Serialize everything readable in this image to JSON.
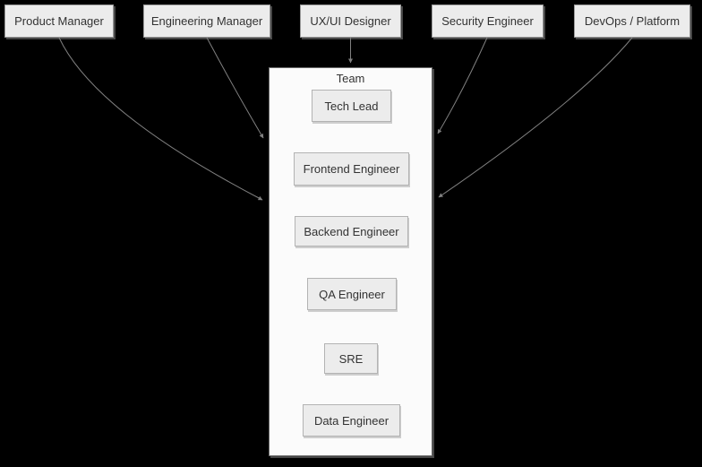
{
  "diagram": {
    "type": "flowchart",
    "background": "#000000",
    "top_nodes": [
      {
        "id": "product-manager",
        "label": "Product Manager"
      },
      {
        "id": "engineering-manager",
        "label": "Engineering Manager"
      },
      {
        "id": "ux-ui-designer",
        "label": "UX/UI Designer"
      },
      {
        "id": "security-engineer",
        "label": "Security Engineer"
      },
      {
        "id": "devops-platform",
        "label": "DevOps / Platform"
      }
    ],
    "team": {
      "label": "Team",
      "members": [
        {
          "id": "tech-lead",
          "label": "Tech Lead"
        },
        {
          "id": "frontend-engineer",
          "label": "Frontend Engineer"
        },
        {
          "id": "backend-engineer",
          "label": "Backend Engineer"
        },
        {
          "id": "qa-engineer",
          "label": "QA Engineer"
        },
        {
          "id": "sre",
          "label": "SRE"
        },
        {
          "id": "data-engineer",
          "label": "Data Engineer"
        }
      ]
    },
    "edges": [
      {
        "from": "Product Manager",
        "to": "Team"
      },
      {
        "from": "Engineering Manager",
        "to": "Team"
      },
      {
        "from": "UX/UI Designer",
        "to": "Team"
      },
      {
        "from": "Security Engineer",
        "to": "Team"
      },
      {
        "from": "DevOps / Platform",
        "to": "Team"
      }
    ],
    "colors": {
      "background": "#000000",
      "node_fill": "#ececec",
      "node_border": "#999999",
      "container_fill": "#fbfbfb",
      "container_border": "#666666",
      "edge": "#808080",
      "text": "#333333"
    }
  }
}
